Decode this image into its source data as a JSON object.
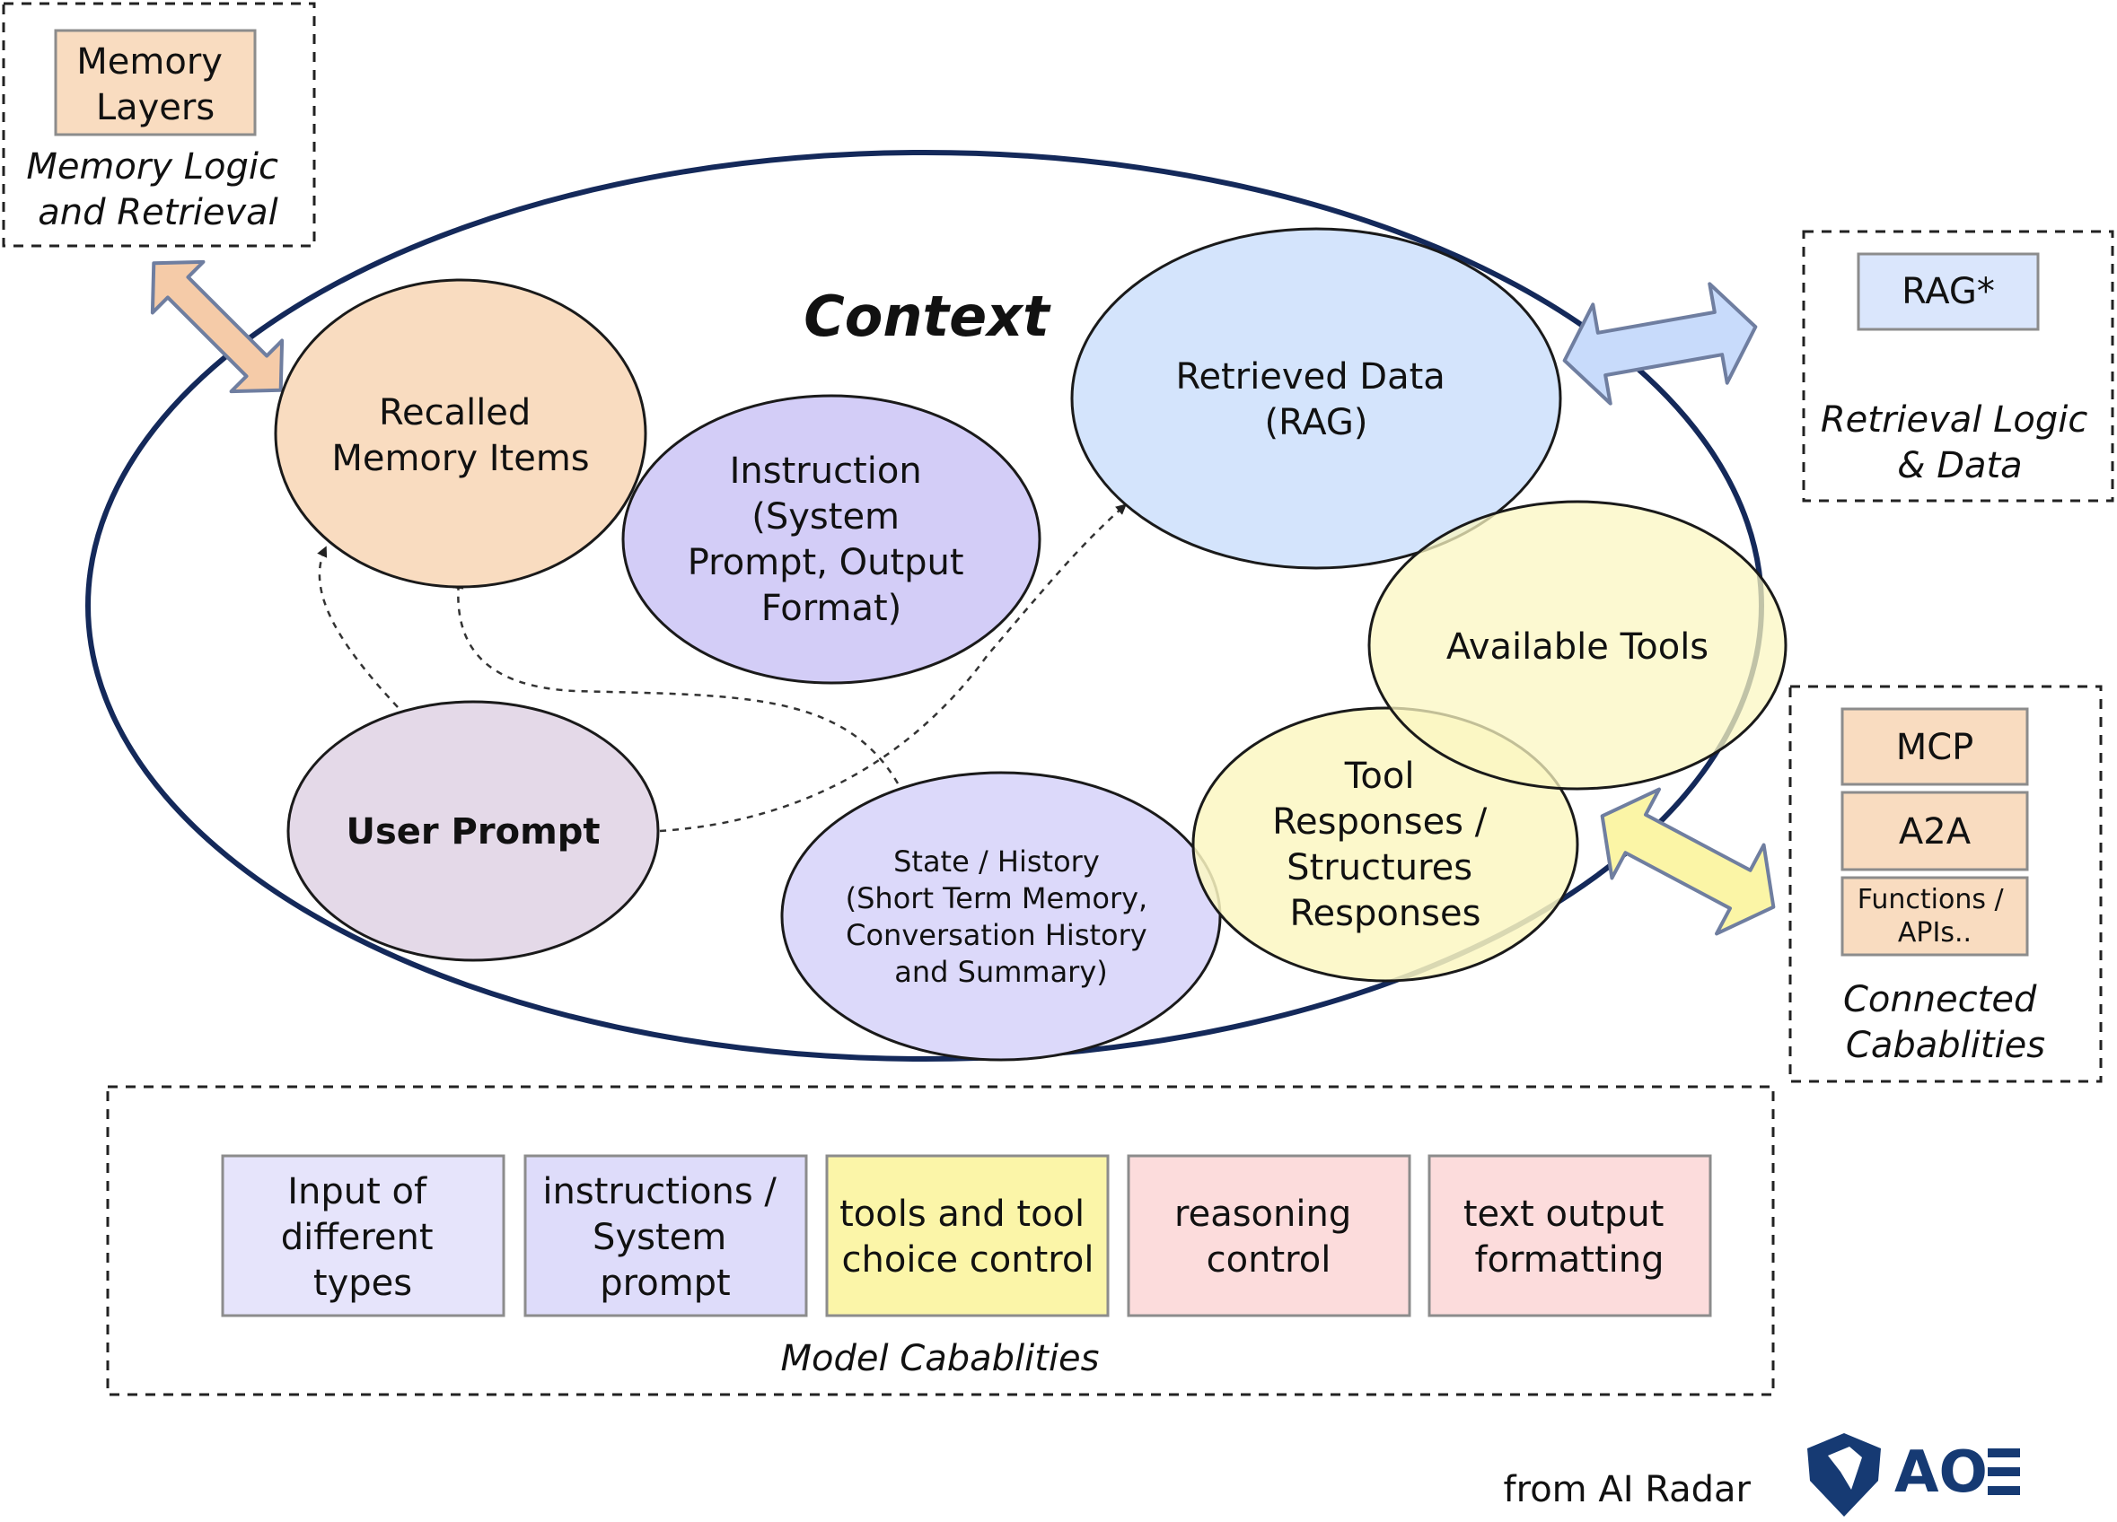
{
  "context": {
    "title": "Context"
  },
  "memory_panel": {
    "box_lines": [
      "Memory",
      "Layers"
    ],
    "caption_lines": [
      "Memory Logic",
      "and Retrieval"
    ]
  },
  "rag_panel": {
    "box_label": "RAG*",
    "caption_lines": [
      "Retrieval Logic",
      "& Data"
    ]
  },
  "capabilities_panel": {
    "boxes": [
      {
        "lines": [
          "MCP"
        ]
      },
      {
        "lines": [
          "A2A"
        ]
      },
      {
        "lines": [
          "Functions /",
          "APIs.."
        ]
      }
    ],
    "caption_lines": [
      "Connected",
      "Cabablities"
    ]
  },
  "nodes": {
    "recalled_memory": [
      "Recalled",
      "Memory Items"
    ],
    "instruction": [
      "Instruction",
      "(System",
      "Prompt, Output",
      "Format)"
    ],
    "retrieved_data": [
      "Retrieved Data",
      "(RAG)"
    ],
    "available_tools": [
      "Available Tools"
    ],
    "tool_responses": [
      "Tool",
      "Responses /",
      "Structures",
      "Responses"
    ],
    "user_prompt": [
      "User Prompt"
    ],
    "state_history": [
      "State / History",
      "(Short Term Memory,",
      "Conversation History",
      "and Summary)"
    ]
  },
  "model_panel": {
    "boxes": [
      {
        "lines": [
          "Input of",
          "different",
          "types"
        ],
        "color": "#e6e4fb"
      },
      {
        "lines": [
          "instructions /",
          "System",
          "prompt"
        ],
        "color": "#dedcfa"
      },
      {
        "lines": [
          "tools and tool",
          "choice control"
        ],
        "color": "#fbf5a8"
      },
      {
        "lines": [
          "reasoning",
          "control"
        ],
        "color": "#fcdcdc"
      },
      {
        "lines": [
          "text output",
          "formatting"
        ],
        "color": "#fcdcdc"
      }
    ],
    "caption": "Model Cabablities"
  },
  "footer": {
    "source": "from AI Radar",
    "logo_text": "AO"
  },
  "colors": {
    "context_ring": "#14295a",
    "memory": "#f9dcc0",
    "instruction": "#d3cdf7",
    "rag": "#d4e4fc",
    "tools": "#fbf7c2",
    "user_prompt": "#e4d9e8",
    "state": "#dcd9fa",
    "logo": "#163a73"
  }
}
